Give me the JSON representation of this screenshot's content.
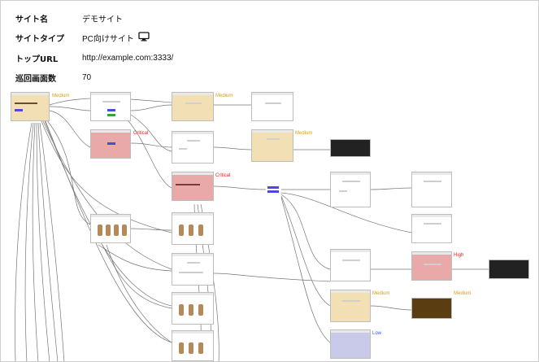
{
  "info": {
    "site_name_label": "サイト名",
    "site_name_value": "デモサイト",
    "site_type_label": "サイトタイプ",
    "site_type_value": "PC向けサイト",
    "site_type_icon": "monitor-icon",
    "top_url_label": "トップURL",
    "top_url_value": "http://example.com:3333/",
    "page_count_label": "巡回画面数",
    "page_count_value": "70"
  },
  "severity_tags": {
    "medium": "Medium",
    "critical": "Critical",
    "high": "High",
    "low": "Low"
  },
  "colors": {
    "medium": "#f3dfb4",
    "critical": "#e9a9a9",
    "high": "#e9a9a9",
    "low": "#c9c9ea",
    "dark": "#222222",
    "edge": "#555555"
  }
}
